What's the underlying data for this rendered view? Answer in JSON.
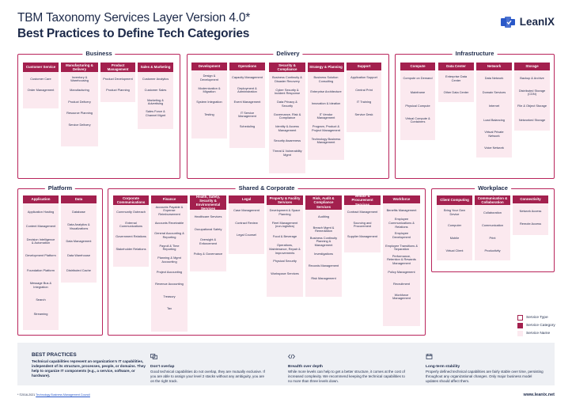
{
  "header": {
    "title": "TBM Taxonomy Services Layer Version 4.0*",
    "subtitle": "Best Practices to Define Tech Categories",
    "logo_text": "LeanIX",
    "logo_color": "#2a58c8"
  },
  "colors": {
    "frame": "#b9245b",
    "category": "#a3204e",
    "service_bg": "#fbe9ef",
    "service_type": "#ffffff"
  },
  "layers": [
    {
      "name": "Business",
      "columns": [
        {
          "category": "Customer Service",
          "services": [
            "Customer Care",
            "Order Management"
          ]
        },
        {
          "category": "Manufacturing & Delivery",
          "services": [
            "Inventory & Warehousing",
            "Manufacturing",
            "Product Delivery",
            "Resource Planning",
            "Service Delivery"
          ]
        },
        {
          "category": "Product Management",
          "services": [
            "Product Development",
            "Product Planning"
          ]
        },
        {
          "category": "Sales & Marketing",
          "services": [
            "Customer Analytics",
            "Customer Sales",
            "Marketing & Advertising",
            "Sales Force & Channel Mgmt"
          ]
        }
      ]
    },
    {
      "name": "Delivery",
      "columns": [
        {
          "category": "Development",
          "services": [
            "Design & Development",
            "Modernization & Migration",
            "System Integration",
            "Testing"
          ]
        },
        {
          "category": "Operations",
          "services": [
            "Capacity Management",
            "Deployment & Administration",
            "Event Management",
            "IT Service Management",
            "Scheduling"
          ]
        },
        {
          "category": "Security & Compliance",
          "services": [
            "Business Continuity & Disaster Recovery",
            "Cyber Security & Incident Response",
            "Data Privacy & Security",
            "Governance, Risk & Compliance",
            "Identity & Access Management",
            "Security Awareness",
            "Threat & Vulnerability Mgmt"
          ]
        },
        {
          "category": "Strategy & Planning",
          "services": [
            "Business Solution Consulting",
            "Enterprise Architecture",
            "Innovation & Ideation",
            "IT Vendor Management",
            "Program, Product & Project Management",
            "Technology Business Management"
          ]
        },
        {
          "category": "Support",
          "services": [
            "Application Support",
            "Central Print",
            "IT Training",
            "Service Desk"
          ]
        }
      ]
    },
    {
      "name": "Infrastructure",
      "columns": [
        {
          "category": "Compute",
          "services": [
            "Compute on Demand",
            "Mainframe",
            "Physical Compute",
            "Virtual Compute & Containers"
          ]
        },
        {
          "category": "Data Center",
          "services": [
            "Enterprise Data Center",
            "Other Data Center"
          ]
        },
        {
          "category": "Network",
          "services": [
            "Data Network",
            "Domain Services",
            "Internet",
            "Load Balancing",
            "Virtual Private Network",
            "Voice Network"
          ]
        },
        {
          "category": "Storage",
          "services": [
            "Backup & Archive",
            "Distributed Storage (CDN)",
            "File & Object Storage",
            "Networked Storage"
          ]
        }
      ]
    },
    {
      "name": "Platform",
      "columns": [
        {
          "category": "Application",
          "services": [
            "Application Hosting",
            "Content Management",
            "Decision Intelligence & Automation",
            "Development Platform",
            "Foundation Platform",
            "Message Bus & Integration",
            "Search",
            "Streaming"
          ]
        },
        {
          "category": "Data",
          "services": [
            "Database",
            "Data Analytics & Visualizations",
            "Data Management",
            "Data Warehouse",
            "Distributed Cache"
          ]
        }
      ]
    },
    {
      "name": "Shared & Corporate",
      "columns": [
        {
          "category": "Corporate Communications",
          "services": [
            "Community Outreach",
            "External Communications",
            "Government Relations",
            "Stakeholder Relations"
          ]
        },
        {
          "category": "Finance",
          "services": [
            "Accounts Payable & Expense Reimbursement",
            "Accounts Receivable",
            "General Accounting & Reporting",
            "Payroll & Time Reporting",
            "Planning & Mgmt Accounting",
            "Project Accounting",
            "Revenue Accounting",
            "Treasury",
            "Tax"
          ]
        },
        {
          "category": "Health, Safety, Security & Environmental Services",
          "services": [
            "Healthcare Services",
            "Occupational Safety",
            "Oversight & Enforcement",
            "Policy & Governance"
          ]
        },
        {
          "category": "Legal",
          "services": [
            "Case Management",
            "Contract Review",
            "Legal Counsel"
          ]
        },
        {
          "category": "Property & Facility Services",
          "services": [
            "Development & Space Planning",
            "Fleet Management (non-logistics)",
            "Food & Beverage",
            "Operations, Maintenance, Repair & Improvements",
            "Physical Security",
            "Workspace Services"
          ]
        },
        {
          "category": "Risk, Audit & Compliance Services",
          "services": [
            "Auditing",
            "Breach Mgmt & Remediation",
            "Business Continuity Planning & Management",
            "Investigations",
            "Records Management",
            "Risk Management"
          ]
        },
        {
          "category": "Vendor & Procurement Services",
          "services": [
            "Contract Management",
            "Sourcing and Procurement",
            "Supplier Management"
          ]
        },
        {
          "category": "Workforce",
          "services": [
            "Benefits Management",
            "Employee Communications & Relations",
            "Employee Development",
            "Employee Transitions & Separation",
            "Performance, Retention & Rewards Management",
            "Policy Management",
            "Recruitment",
            "Workforce Management"
          ]
        }
      ]
    },
    {
      "name": "Workplace",
      "columns": [
        {
          "category": "Client Computing",
          "services": [
            "Bring Your Own Device",
            "Computer",
            "Mobile",
            "Virtual Client"
          ]
        },
        {
          "category": "Communication & Collaboration",
          "services": [
            "Collaboration",
            "Communication",
            "Print",
            "Productivity"
          ]
        },
        {
          "category": "Connectivity",
          "services": [
            "Network Access",
            "Remote Access"
          ]
        }
      ]
    }
  ],
  "legend": [
    {
      "label": "Service Type",
      "color": "#ffffff"
    },
    {
      "label": "Service Category",
      "color": "#a3204e"
    },
    {
      "label": "Service Name",
      "color": "#fbe9ef"
    }
  ],
  "best_practices": {
    "title": "BEST PRACTICES",
    "description": "Technical capabilities represent an organization's IT capabilities, independent of its structure, processes, people, or domains. They help to organize IT components (e.g., a service, software, or hardware).",
    "items": [
      {
        "icon": "overlap-icon",
        "heading": "Don't overlap",
        "text": "Good technical capabilities do not overlap, they are mutually exclusive. If you are able to assign your level 2 stacks without any ambiguity, you are on the right track."
      },
      {
        "icon": "code-icon",
        "heading": "Breadth over depth",
        "text": "While more levels can help to get a better structure, it comes at the cost of increased complexity. We recommend keeping the technical capabilities to no more than three levels down."
      },
      {
        "icon": "calendar-icon",
        "heading": "Long-term stability",
        "text": "Properly defined technical capabilities are fairly stable over time, persisting throughout any organizational changes. Only major business model updates should affect them."
      }
    ]
  },
  "footer": {
    "copyright": "* ©2016-2021",
    "copyright_link": "Technology Business Management Council",
    "website": "www.leanix.net"
  }
}
